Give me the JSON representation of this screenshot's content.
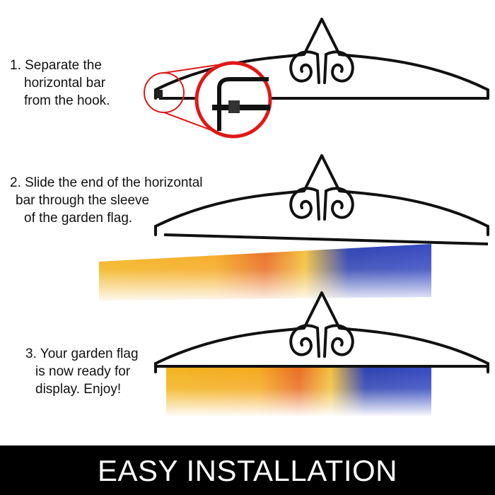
{
  "steps": [
    {
      "lines": [
        "1. Separate the",
        "horizontal bar",
        "from the hook."
      ]
    },
    {
      "lines": [
        "2. Slide the end of the horizontal",
        "bar through the sleeve",
        "of the garden flag."
      ]
    },
    {
      "lines": [
        "3. Your garden flag",
        "is now ready for",
        "display. Enjoy!"
      ]
    }
  ],
  "banner": "EASY INSTALLATION",
  "colors": {
    "hanger": "#111111",
    "magnifier": "#e01818",
    "banner_bg": "#000000",
    "flag_yellow": "#f2b21a",
    "flag_orange": "#e86a1e",
    "flag_blue": "#2a3fb0"
  }
}
